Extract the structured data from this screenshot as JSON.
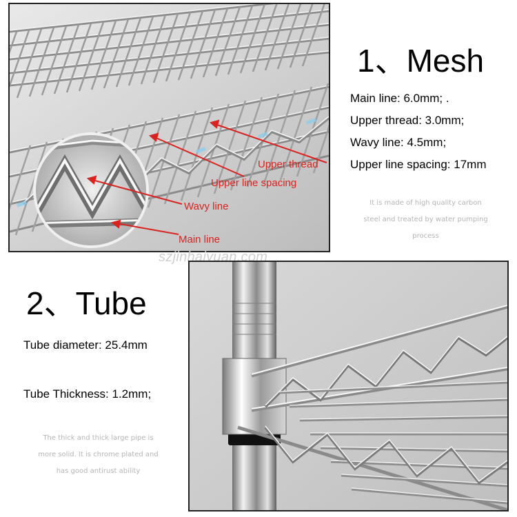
{
  "mesh": {
    "heading": "1、Mesh",
    "specs": [
      "Main line: 6.0mm; .",
      "Upper thread: 3.0mm;",
      "Wavy line: 4.5mm;",
      "Upper line spacing: 17mm"
    ],
    "note_lines": [
      "It is made of high quality carbon",
      "steel and treated by water pumping",
      "process"
    ],
    "callouts": {
      "upper_thread": "Upper thread",
      "upper_line_spacing": "Upper line spacing",
      "wavy_line": "Wavy line",
      "main_line": "Main line"
    }
  },
  "tube": {
    "heading": "2、Tube",
    "specs": [
      "Tube diameter: 25.4mm",
      "Tube Thickness: 1.2mm;"
    ],
    "note_lines": [
      "The thick and thick large pipe is",
      "more solid. It is chrome plated and",
      "has good antirust ability"
    ]
  },
  "watermark": "szjinhaiyuan.com",
  "colors": {
    "callout": "#d9231f",
    "note": "#b5b5b5"
  }
}
